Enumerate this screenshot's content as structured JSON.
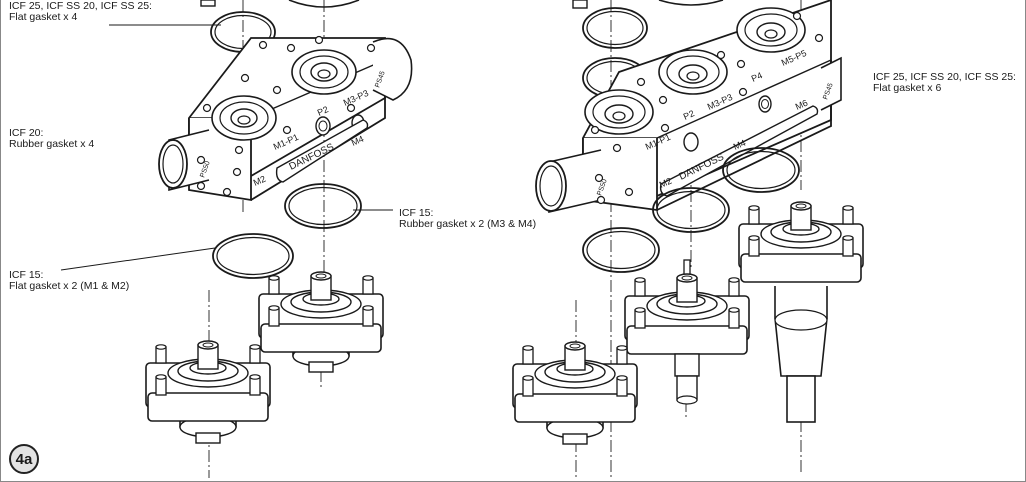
{
  "labels": {
    "left_top": {
      "line1": "ICF 25, ICF SS 20, ICF SS 25:",
      "line2": "Flat gasket x 4"
    },
    "left_mid": {
      "line1": "ICF 20:",
      "line2": "Rubber gasket x 4"
    },
    "center_m3m4": {
      "line1": "ICF 15:",
      "line2": "Rubber gasket x 2 (M3 & M4)"
    },
    "left_bottom": {
      "line1": "ICF 15:",
      "line2": "Flat gasket x 2 (M1 & M2)"
    },
    "right_top": {
      "line1": "ICF 25, ICF SS 20, ICF SS 25:",
      "line2": "Flat gasket x 6"
    }
  },
  "port_labels": {
    "left": [
      "M1-P1",
      "P2",
      "M3-P3",
      "M2",
      "M4",
      "DANFOSS",
      "PS50",
      "PS45"
    ],
    "right": [
      "M1-P1",
      "P2",
      "M3-P3",
      "P4",
      "M5-P5",
      "M2",
      "M4",
      "M6",
      "DANFOSS",
      "PS50",
      "PS45"
    ]
  },
  "figure_badge": "4a",
  "colors": {
    "line": "#1a1a1a",
    "fill": "#ffffff",
    "badge_bg": "#e3e3e3"
  }
}
